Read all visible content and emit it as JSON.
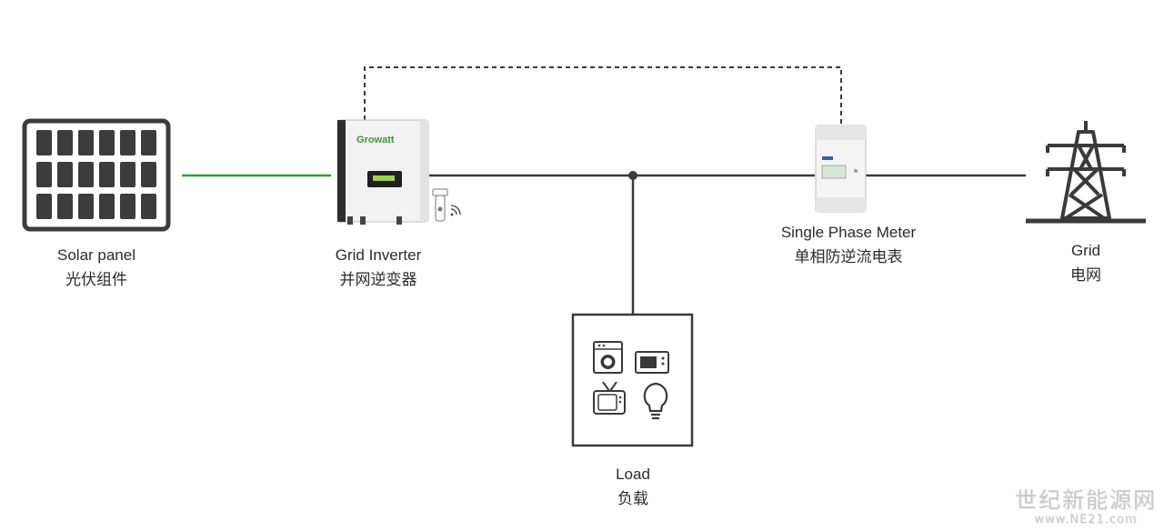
{
  "nodes": {
    "solar_panel": {
      "label_en": "Solar panel",
      "label_cn": "光伏组件"
    },
    "inverter": {
      "label_en": "Grid Inverter",
      "label_cn": "并网逆变器",
      "brand": "Growatt"
    },
    "meter": {
      "label_en": "Single Phase Meter",
      "label_cn": "单相防逆流电表"
    },
    "grid": {
      "label_en": "Grid",
      "label_cn": "电网"
    },
    "load": {
      "label_en": "Load",
      "label_cn": "负载"
    }
  },
  "colors": {
    "dc_line": "#2e9e3e",
    "ac_line": "#3a3a3a",
    "comm_line": "#3a3a3a",
    "panel_fill": "#3c3c3c"
  },
  "watermark": {
    "cn": "世纪新能源网",
    "url": "www.NE21.com"
  }
}
